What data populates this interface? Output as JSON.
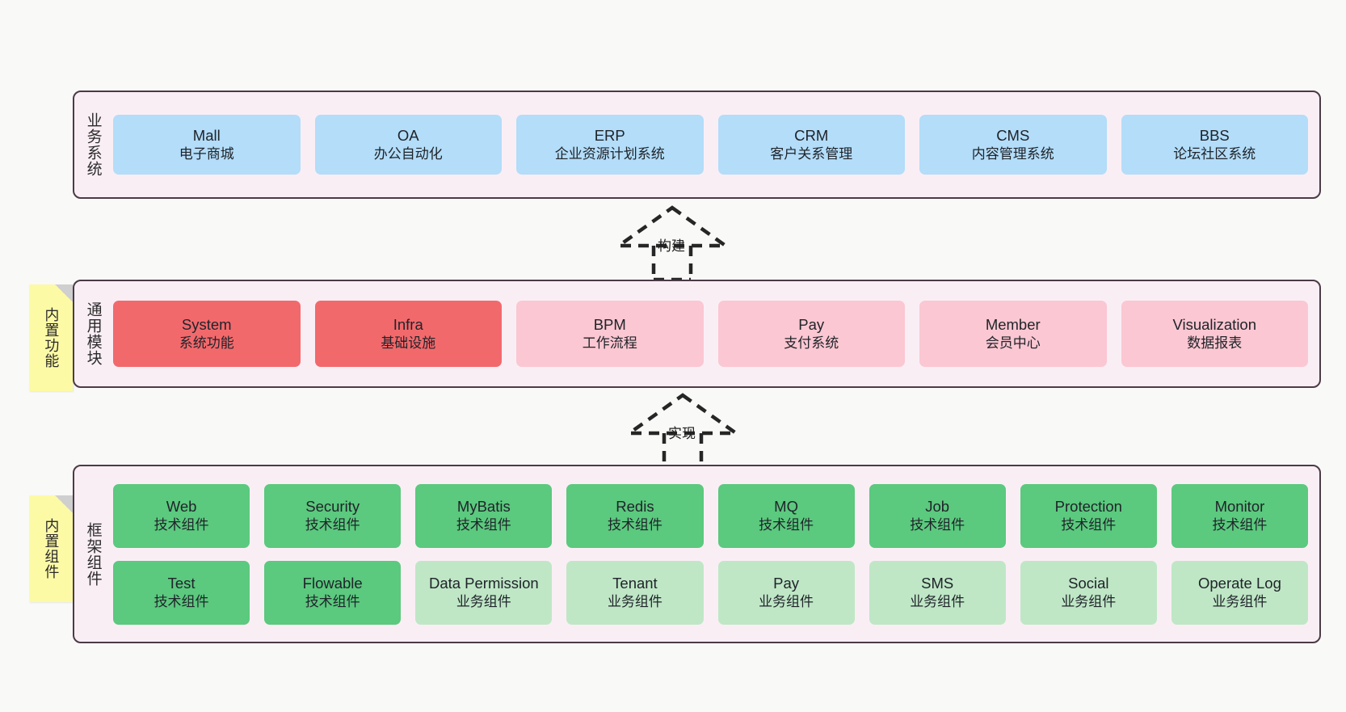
{
  "canvas": {
    "background": "#f9f9f7"
  },
  "palette": {
    "panel_bg": "#faeef5",
    "panel_border": "#4b3b46",
    "blue": "#b3ddf9",
    "red": "#f2696c",
    "pink": "#fbc7d2",
    "green": "#5bc97e",
    "light_green": "#bfe7c6",
    "note_yellow": "#fdfaa6",
    "note_fold": "#cfcfcf"
  },
  "layers": [
    {
      "label": "业务系统",
      "rows": [
        [
          {
            "title": "Mall",
            "subtitle": "电子商城",
            "color": "blue"
          },
          {
            "title": "OA",
            "subtitle": "办公自动化",
            "color": "blue"
          },
          {
            "title": "ERP",
            "subtitle": "企业资源计划系统",
            "color": "blue"
          },
          {
            "title": "CRM",
            "subtitle": "客户关系管理",
            "color": "blue"
          },
          {
            "title": "CMS",
            "subtitle": "内容管理系统",
            "color": "blue"
          },
          {
            "title": "BBS",
            "subtitle": "论坛社区系统",
            "color": "blue"
          }
        ]
      ]
    },
    {
      "label": "通用模块",
      "note": "内置功能",
      "rows": [
        [
          {
            "title": "System",
            "subtitle": "系统功能",
            "color": "red"
          },
          {
            "title": "Infra",
            "subtitle": "基础设施",
            "color": "red"
          },
          {
            "title": "BPM",
            "subtitle": "工作流程",
            "color": "pink"
          },
          {
            "title": "Pay",
            "subtitle": "支付系统",
            "color": "pink"
          },
          {
            "title": "Member",
            "subtitle": "会员中心",
            "color": "pink"
          },
          {
            "title": "Visualization",
            "subtitle": "数据报表",
            "color": "pink"
          }
        ]
      ]
    },
    {
      "label": "框架组件",
      "note": "内置组件",
      "rows": [
        [
          {
            "title": "Web",
            "subtitle": "技术组件",
            "color": "green"
          },
          {
            "title": "Security",
            "subtitle": "技术组件",
            "color": "green"
          },
          {
            "title": "MyBatis",
            "subtitle": "技术组件",
            "color": "green"
          },
          {
            "title": "Redis",
            "subtitle": "技术组件",
            "color": "green"
          },
          {
            "title": "MQ",
            "subtitle": "技术组件",
            "color": "green"
          },
          {
            "title": "Job",
            "subtitle": "技术组件",
            "color": "green"
          },
          {
            "title": "Protection",
            "subtitle": "技术组件",
            "color": "green"
          },
          {
            "title": "Monitor",
            "subtitle": "技术组件",
            "color": "green"
          }
        ],
        [
          {
            "title": "Test",
            "subtitle": "技术组件",
            "color": "green"
          },
          {
            "title": "Flowable",
            "subtitle": "技术组件",
            "color": "green"
          },
          {
            "title": "Data Permission",
            "subtitle": "业务组件",
            "color": "light_green"
          },
          {
            "title": "Tenant",
            "subtitle": "业务组件",
            "color": "light_green"
          },
          {
            "title": "Pay",
            "subtitle": "业务组件",
            "color": "light_green"
          },
          {
            "title": "SMS",
            "subtitle": "业务组件",
            "color": "light_green"
          },
          {
            "title": "Social",
            "subtitle": "业务组件",
            "color": "light_green"
          },
          {
            "title": "Operate Log",
            "subtitle": "业务组件",
            "color": "light_green"
          }
        ]
      ]
    }
  ],
  "connectors": [
    {
      "label": "构建",
      "style": "dashed-generalization"
    },
    {
      "label": "实现",
      "style": "dashed-generalization"
    }
  ]
}
